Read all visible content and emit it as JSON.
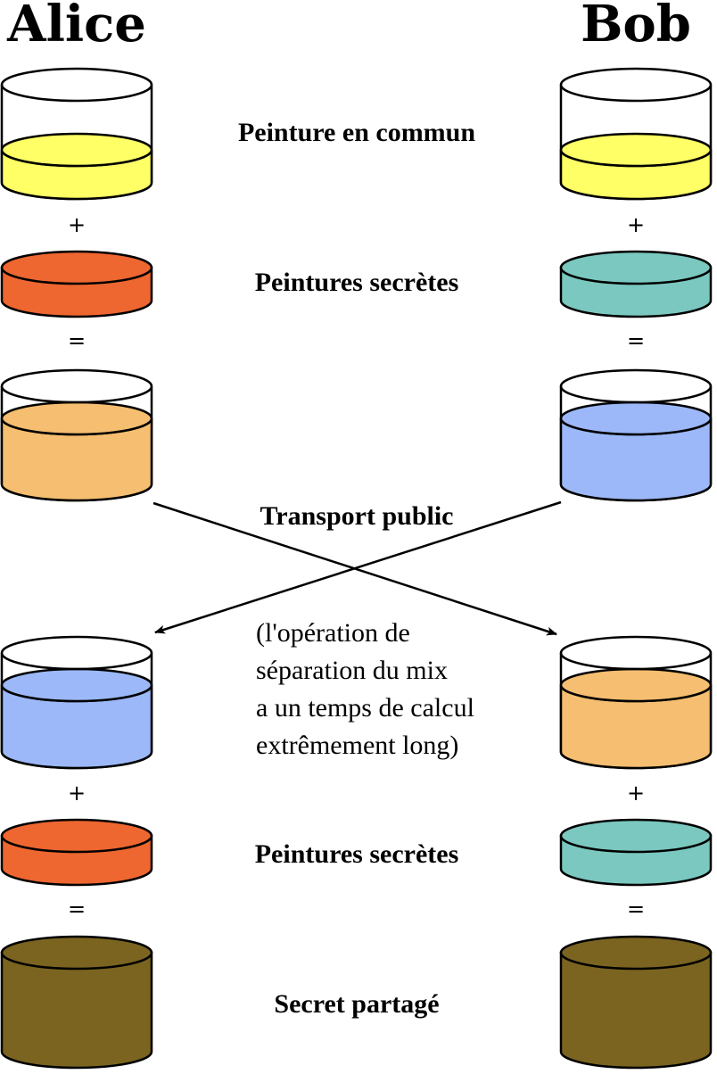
{
  "names": {
    "left": "Alice",
    "right": "Bob"
  },
  "steps": {
    "common": "Peinture en commun",
    "secret1": "Peintures secrètes",
    "transport": "Transport public",
    "secret2": "Peintures secrètes",
    "shared": "Secret partagé"
  },
  "note": [
    "(l'opération de",
    "séparation du mix",
    "a un temps de calcul",
    "extrêmement long)"
  ],
  "operators": {
    "plus": "+",
    "equals": "="
  },
  "colors": {
    "common": "#ffff66",
    "alice_secret": "#ee6630",
    "bob_secret": "#7ac8c0",
    "alice_mix": "#f5be70",
    "bob_mix": "#9cb8f8",
    "shared": "#7a6420",
    "outline": "#000000"
  }
}
